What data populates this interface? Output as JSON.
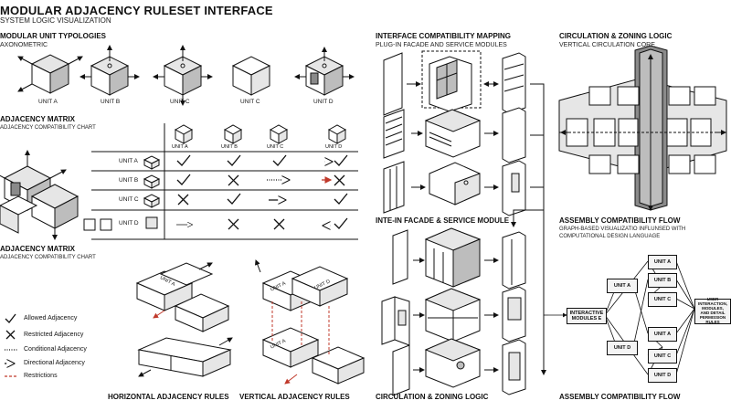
{
  "header": {
    "title": "MODULAR ADJACENCY RULESET INTERFACE",
    "subtitle": "SYSTEM LOGIC VISUALIZATION"
  },
  "typologies": {
    "title": "MODULAR UNIT TYPOLOGIES",
    "subtitle": "AXONOMETRIC",
    "units": [
      "UNIT A",
      "UNIT B",
      "UNIT C",
      "UNIT C",
      "UNIT D"
    ]
  },
  "matrix": {
    "title": "ADJACENCY MATRIX",
    "subtitle": "ADJACENCY COMPATIBILITY CHART",
    "columns": [
      "UNIT A",
      "UNIT B",
      "UNIT C",
      "UNIT D"
    ],
    "rows": [
      {
        "label": "UNIT A",
        "cells": [
          "allowed",
          "allowed",
          "allowed",
          "directional-allowed"
        ]
      },
      {
        "label": "UNIT B",
        "cells": [
          "allowed",
          "restricted",
          "conditional",
          "restricted-red"
        ]
      },
      {
        "label": "UNIT C",
        "cells": [
          "restricted",
          "allowed",
          "directional",
          "allowed"
        ]
      },
      {
        "label": "UNIT D",
        "cells": [
          "directional",
          "restricted",
          "restricted",
          "directional-allowed"
        ]
      }
    ]
  },
  "matrix2": {
    "title": "ADJACENCY MATRIX",
    "subtitle": "ADJACENCY COMPATIBILITY CHART"
  },
  "legend": [
    {
      "icon": "check-icon",
      "label": "Allowed Adjacency"
    },
    {
      "icon": "cross-icon",
      "label": "Restricted Adjacency"
    },
    {
      "icon": "dotted-line-icon",
      "label": "Conditional Adjacency"
    },
    {
      "icon": "arrow-right-icon",
      "label": "Directional Adjacency"
    },
    {
      "icon": "red-dashed-line-icon",
      "label": "Restrictions"
    }
  ],
  "rules": {
    "horizontal": {
      "caption": "HORIZONTAL ADJACENCY RULES",
      "label": "UNIT A"
    },
    "vertical": {
      "caption": "VERTICAL ADJACENCY RULES",
      "label_a1": "UNIT A",
      "label_d": "UNIT D",
      "label_a2": "UNIT A"
    }
  },
  "interface": {
    "title": "INTERFACE COMPATIBILITY MAPPING",
    "subtitle": "PLUG-IN FACADE AND SERVICE MODULES"
  },
  "facade": {
    "title": "INTE-IN FACADE & SERVICE MODULE",
    "caption": "CIRCULATION & ZONING LOGIC"
  },
  "circulation": {
    "title": "CIRCULATION & ZONING LOGIC",
    "subtitle": "VERTICAL CIRCULATION CORE"
  },
  "flow": {
    "title": "ASSEMBLY COMPATIBILITY FLOW",
    "subtitle_1": "GRAPH-BASED VISUALIZATIO INFLUNSED WITH",
    "subtitle_2": "COMPUTATIONAL DESIGN LANGUAGE",
    "caption": "ASSEMBLY COMPATIBILITY FLOW",
    "input_node": "INTERACTIVE MODULES E",
    "mid_nodes": [
      "UNIT A",
      "UNIT D"
    ],
    "right_nodes": [
      "UNIT A",
      "UNIT B",
      "UNIT C",
      "UNIT A",
      "UNIT C",
      "UNIT D"
    ],
    "output_node_1": "USER INTERACTION,",
    "output_node_2": "MODULES,",
    "output_node_3": "AND DETAIL",
    "output_node_4": "PERMISSION RULES"
  }
}
